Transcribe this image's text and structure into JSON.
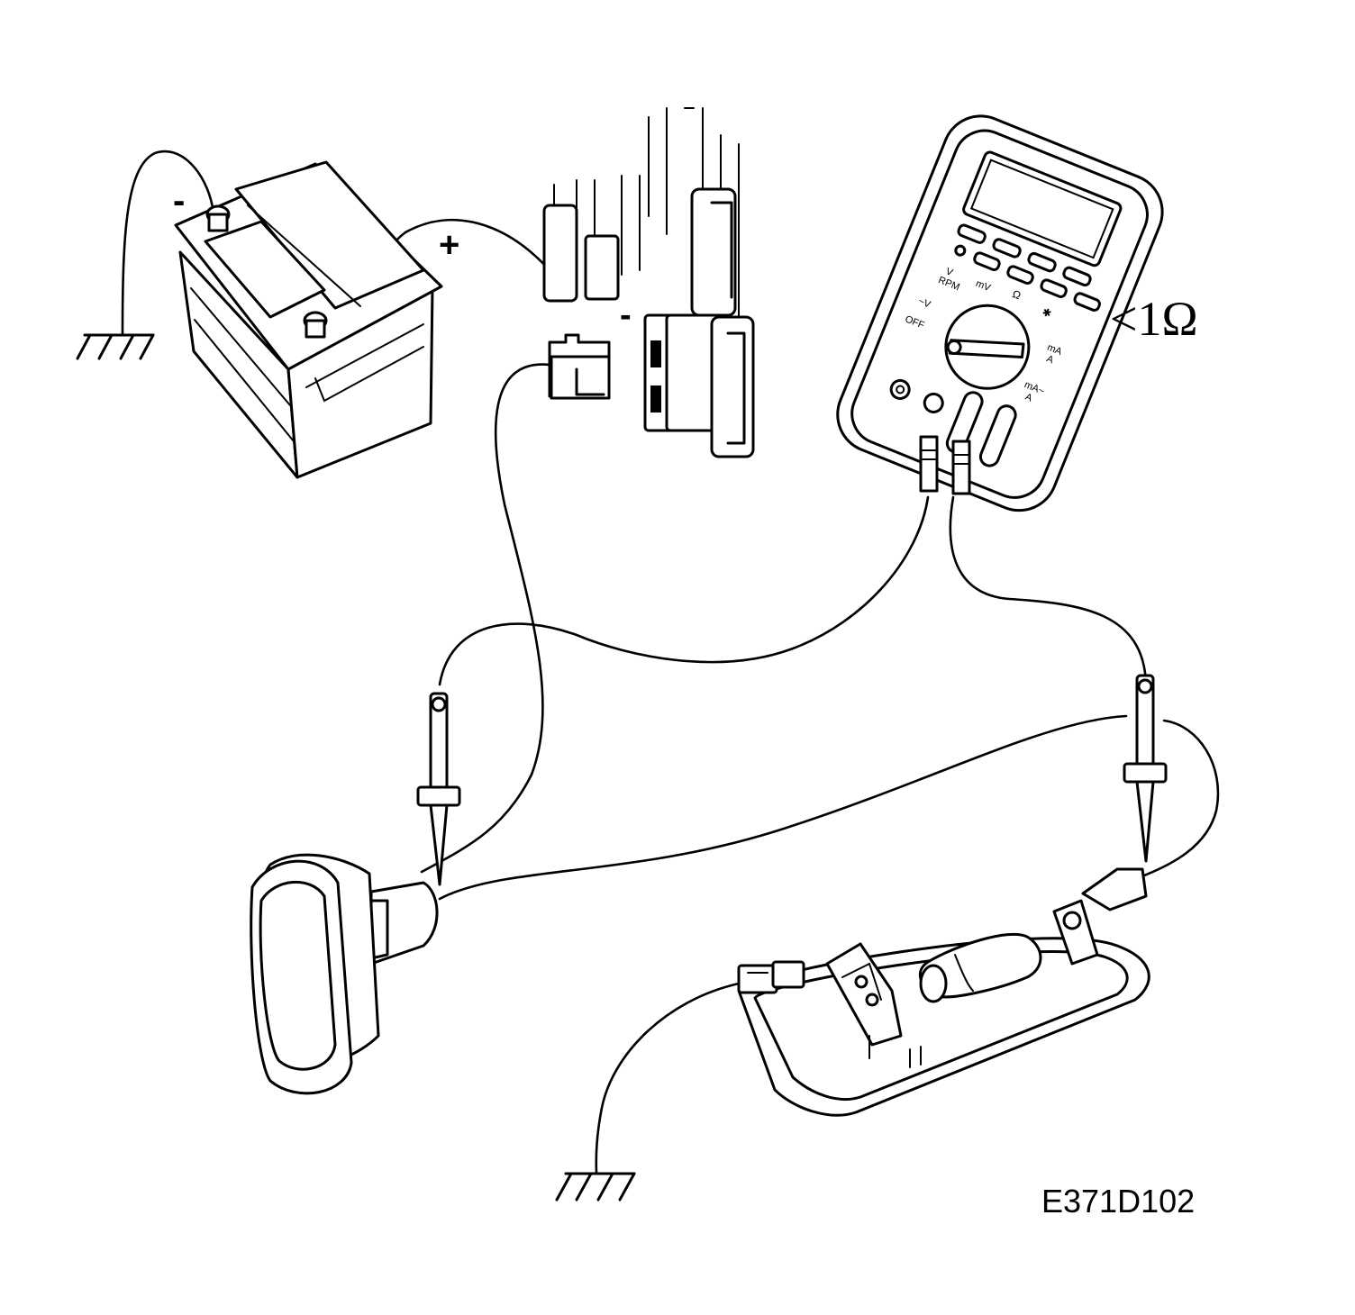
{
  "battery": {
    "negative_label": "-",
    "positive_label": "+"
  },
  "fuse_box": {
    "fuse_minus_label": "-"
  },
  "multimeter": {
    "dial_labels": {
      "v_rpm_top": "V",
      "v_rpm_bottom": "RPM",
      "mv": "mV",
      "ohm": "Ω",
      "star": "✱",
      "ac_v": "~V",
      "off": "OFF",
      "ma_a_top": "mA",
      "ma_a_bottom": "A",
      "ma_a_ac_top": "mA~",
      "ma_a_ac_bottom": "A"
    }
  },
  "resistance_reading": "<1Ω",
  "figure_code": "E371D102"
}
